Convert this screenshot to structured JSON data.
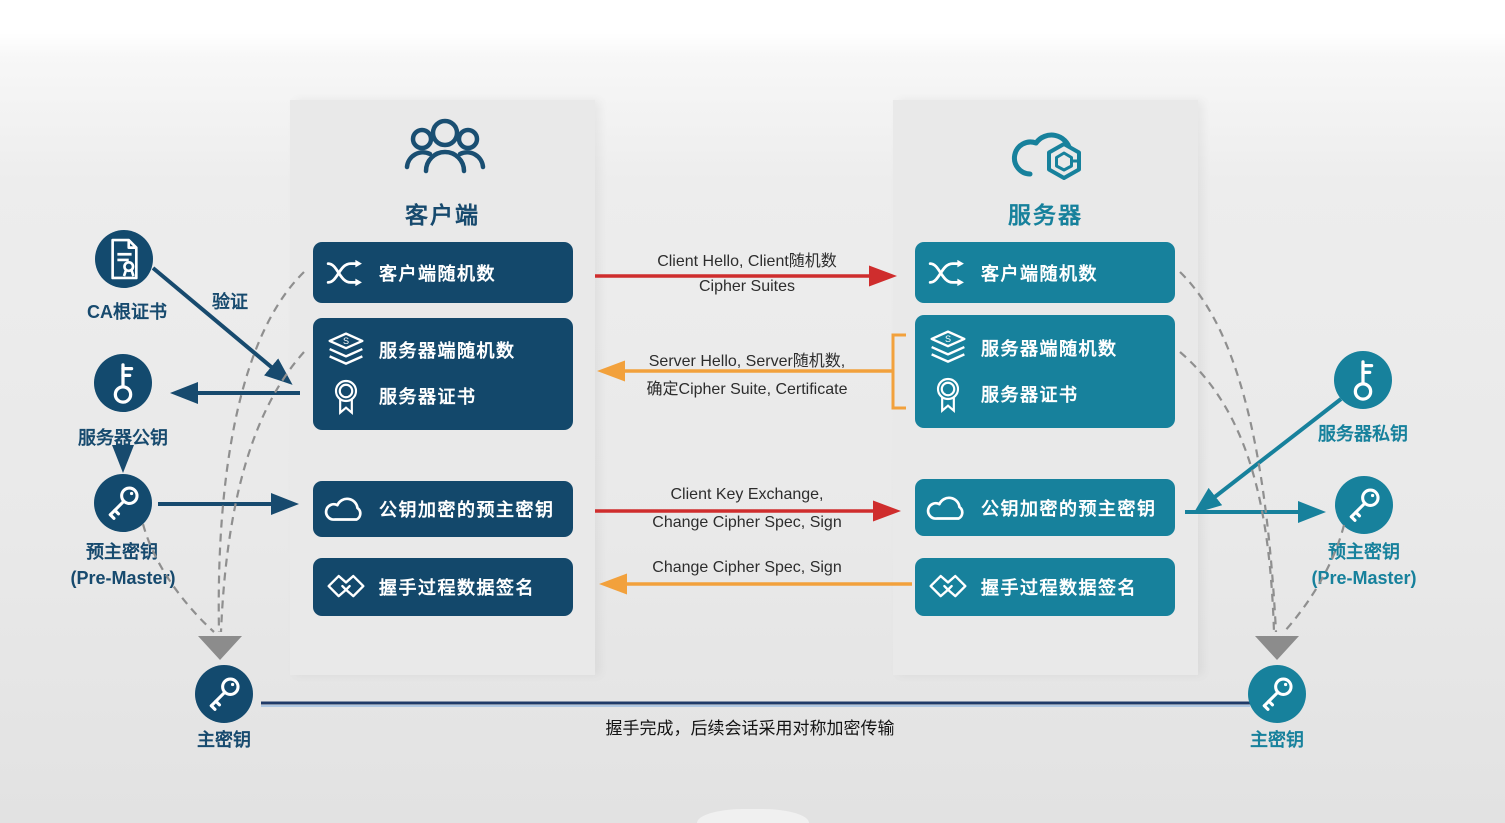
{
  "client_panel": {
    "title": "客户端",
    "header_icon": "people-icon",
    "boxes": [
      {
        "icon": "shuffle-icon",
        "label": "客户端随机数"
      },
      {
        "icon1": "layers-icon",
        "label1": "服务器端随机数",
        "icon2": "medal-icon",
        "label2": "服务器证书"
      },
      {
        "icon": "cloud-icon",
        "label": "公钥加密的预主密钥"
      },
      {
        "icon": "handshake-icon",
        "label": "握手过程数据签名"
      }
    ]
  },
  "server_panel": {
    "title": "服务器",
    "header_icon": "cloud-cube-icon",
    "boxes": [
      {
        "icon": "shuffle-icon",
        "label": "客户端随机数"
      },
      {
        "icon1": "layers-icon",
        "label1": "服务器端随机数",
        "icon2": "medal-icon",
        "label2": "服务器证书"
      },
      {
        "icon": "cloud-icon",
        "label": "公钥加密的预主密钥"
      },
      {
        "icon": "handshake-icon",
        "label": "握手过程数据签名"
      }
    ]
  },
  "messages": [
    {
      "line1": "Client Hello, Client随机数",
      "line2": "Cipher Suites",
      "direction": "right",
      "color": "#cf2d2d"
    },
    {
      "line1": "Server Hello, Server随机数,",
      "line2": "确定Cipher Suite, Certificate",
      "direction": "left",
      "color": "#f2a13c"
    },
    {
      "line1": "Client Key Exchange,",
      "line2": "Change Cipher Spec, Sign",
      "direction": "right",
      "color": "#cf2d2d"
    },
    {
      "line1": "Change Cipher Spec, Sign",
      "line2": "",
      "direction": "left",
      "color": "#f2a13c"
    }
  ],
  "left_column": {
    "ca_cert_label": "CA根证书",
    "verify_label": "验证",
    "server_public_key_label": "服务器公钥",
    "premaster_label": "预主密钥",
    "premaster_sub_label": "(Pre-Master)",
    "master_key_label": "主密钥"
  },
  "right_column": {
    "server_private_key_label": "服务器私钥",
    "premaster_label": "预主密钥",
    "premaster_sub_label": "(Pre-Master)",
    "master_key_label": "主密钥"
  },
  "footer": {
    "caption": "握手完成，后续会话采用对称加密传输"
  },
  "colors": {
    "client_primary": "#13486b",
    "server_primary": "#17819c",
    "red_arrow": "#cf2d2d",
    "orange_arrow": "#f2a13c",
    "gray_dashed": "#8f8f8f",
    "session_line_navy": "#1f3a68",
    "session_line_light": "#aec7e2"
  }
}
